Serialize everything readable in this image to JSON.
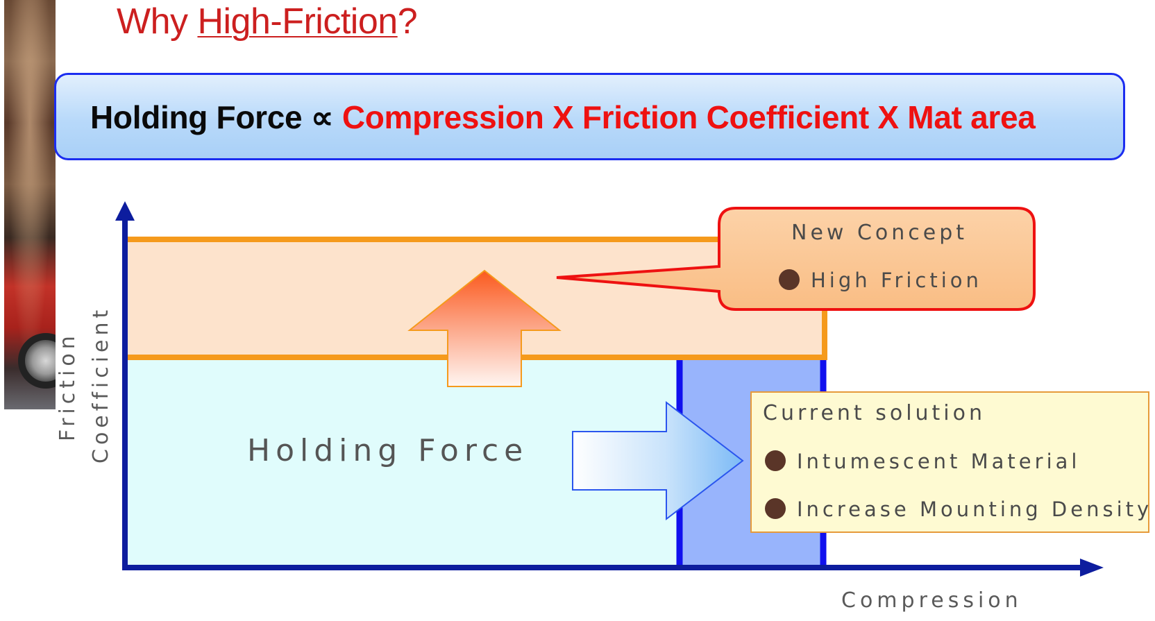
{
  "title": {
    "prefix": "Why ",
    "underlined": "High-Friction",
    "suffix": "?"
  },
  "banner": {
    "lhs": "Holding Force ∝ ",
    "rhs": "Compression X Friction Coefficient X Mat area"
  },
  "axes": {
    "x_label": "Compression",
    "y_label_line1": "Friction",
    "y_label_line2": "Coefficient"
  },
  "regions": {
    "holding_force_label": "Holding Force"
  },
  "callouts": {
    "new_concept": {
      "title": "New Concept",
      "items": [
        "High Friction"
      ]
    },
    "current_solution": {
      "title": "Current solution",
      "items": [
        "Intumescent Material",
        "Increase Mounting Density"
      ]
    }
  },
  "colors": {
    "title_red": "#cc1f1f",
    "formula_red": "#ee1111",
    "axis_blue": "#0d1d9e",
    "orange_line": "#f59a1c",
    "new_region_fill": "#fde3cc",
    "holding_fill": "#e0fcfc",
    "extra_compression_fill": "#98b4fc",
    "callout_red_border": "#ee1111",
    "callout_orange_fill": "#fbc898",
    "callout_yellow_fill": "#fefad2"
  }
}
